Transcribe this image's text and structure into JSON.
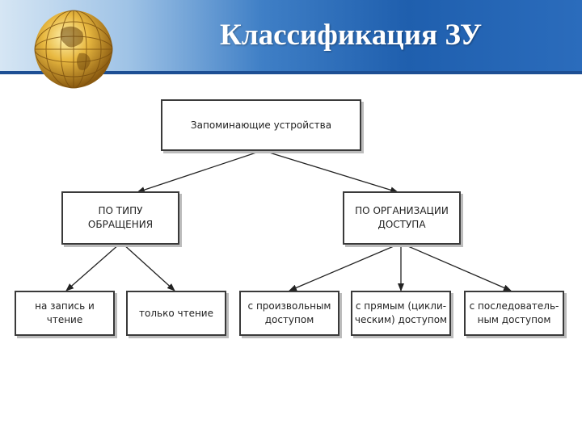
{
  "slide": {
    "title": "Классификация ЗУ"
  },
  "diagram": {
    "root": "Запоминающие устройства",
    "by_access_type": "ПО ТИПУ\nОБРАЩЕНИЯ",
    "by_access_org": "ПО ОРГАНИЗАЦИИ\nДОСТУПА",
    "read_write": "на запись и\nчтение",
    "read_only": "только чтение",
    "random_access": "с произвольным\nдоступом",
    "direct_access": "с прямым (цикли-\nческим) доступом",
    "sequential_access": "с последователь-\nным доступом"
  }
}
